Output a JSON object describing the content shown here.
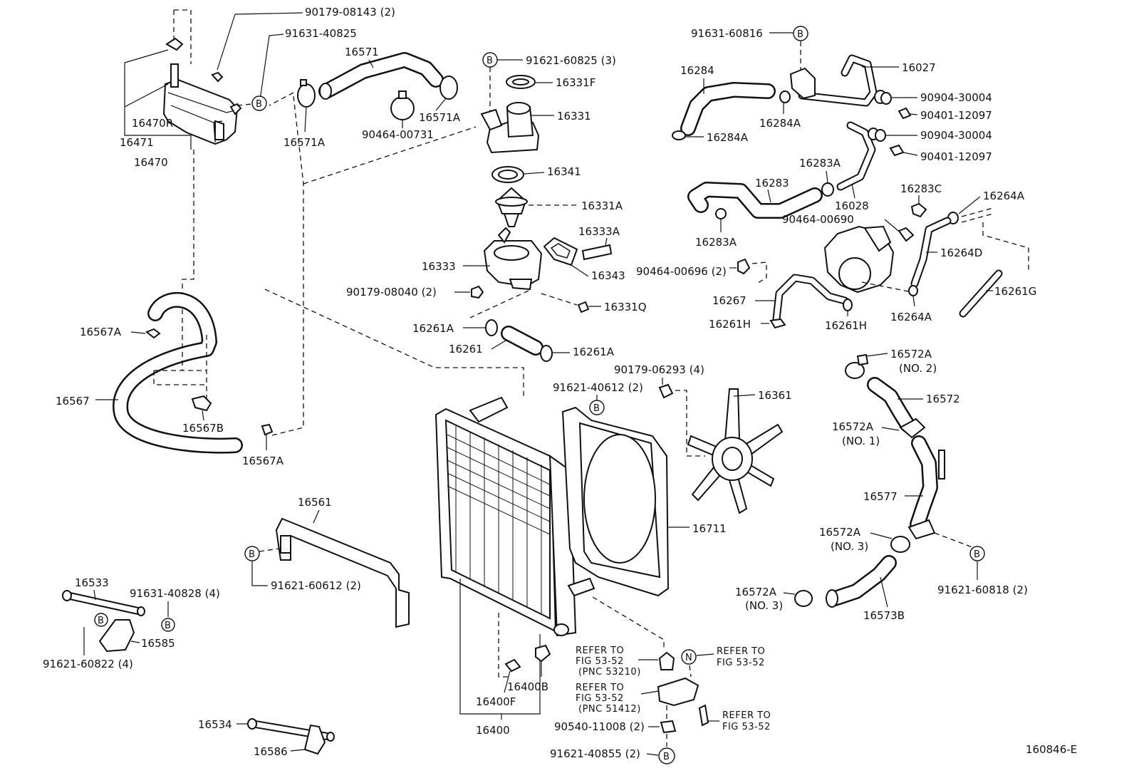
{
  "diagram_id": "160846-E",
  "labels": {
    "l_90179_08143": "90179-08143 (2)",
    "l_91631_40825": "91631-40825",
    "l_16470R": "16470R",
    "l_16471": "16471",
    "l_16470": "16470",
    "l_16571": "16571",
    "l_16571A_a": "16571A",
    "l_16571A_b": "16571A",
    "l_90464_00731": "90464-00731",
    "l_91621_60825": "91621-60825 (3)",
    "l_16331F": "16331F",
    "l_16331": "16331",
    "l_16341": "16341",
    "l_16331A": "16331A",
    "l_16333A": "16333A",
    "l_16333": "16333",
    "l_16343": "16343",
    "l_90179_08040": "90179-08040 (2)",
    "l_16331Q": "16331Q",
    "l_16261A_a": "16261A",
    "l_16261": "16261",
    "l_16261A_b": "16261A",
    "l_16567A_a": "16567A",
    "l_16567": "16567",
    "l_16567B": "16567B",
    "l_16567A_b": "16567A",
    "l_91631_60816": "91631-60816",
    "l_16284": "16284",
    "l_16027": "16027",
    "l_90904_30004_a": "90904-30004",
    "l_16284A_a": "16284A",
    "l_90401_12097_a": "90401-12097",
    "l_16284A_b": "16284A",
    "l_90904_30004_b": "90904-30004",
    "l_90401_12097_b": "90401-12097",
    "l_16283A_a": "16283A",
    "l_16283": "16283",
    "l_16028": "16028",
    "l_16283C": "16283C",
    "l_16264A_a": "16264A",
    "l_90464_00690": "90464-00690",
    "l_16283A_b": "16283A",
    "l_16264D": "16264D",
    "l_90464_00696": "90464-00696 (2)",
    "l_16267": "16267",
    "l_16261G": "16261G",
    "l_16261H_a": "16261H",
    "l_16261H_b": "16261H",
    "l_16264A_b": "16264A",
    "l_16572A_no2": "16572A",
    "l_no2": "(NO. 2)",
    "l_16572": "16572",
    "l_16572A_no1": "16572A",
    "l_no1": "(NO. 1)",
    "l_16577": "16577",
    "l_16572A_no3a": "16572A",
    "l_no3a": "(NO. 3)",
    "l_91621_60818": "91621-60818 (2)",
    "l_16572A_no3b": "16572A",
    "l_no3b": "(NO. 3)",
    "l_16573B": "16573B",
    "l_90179_06293": "90179-06293 (4)",
    "l_91621_40612": "91621-40612 (2)",
    "l_16361": "16361",
    "l_16711": "16711",
    "l_16561": "16561",
    "l_91621_60612": "91621-60612 (2)",
    "l_16533": "16533",
    "l_91631_40828": "91631-40828 (4)",
    "l_16585": "16585",
    "l_91621_60822": "91621-60822 (4)",
    "l_16534": "16534",
    "l_16586": "16586",
    "l_16400B": "16400B",
    "l_16400F": "16400F",
    "l_16400": "16400",
    "ref1_a": "REFER TO",
    "ref1_b": "FIG 53-52",
    "ref1_c": "(PNC 53210)",
    "ref2_a": "REFER TO",
    "ref2_b": "FIG 53-52",
    "ref3_a": "REFER TO",
    "ref3_b": "FIG 53-52",
    "ref3_c": "(PNC 51412)",
    "ref4_a": "REFER TO",
    "ref4_b": "FIG 53-52",
    "l_90540_11008": "90540-11008 (2)",
    "l_91621_40855": "91621-40855 (2)",
    "b": "B",
    "n": "N"
  }
}
